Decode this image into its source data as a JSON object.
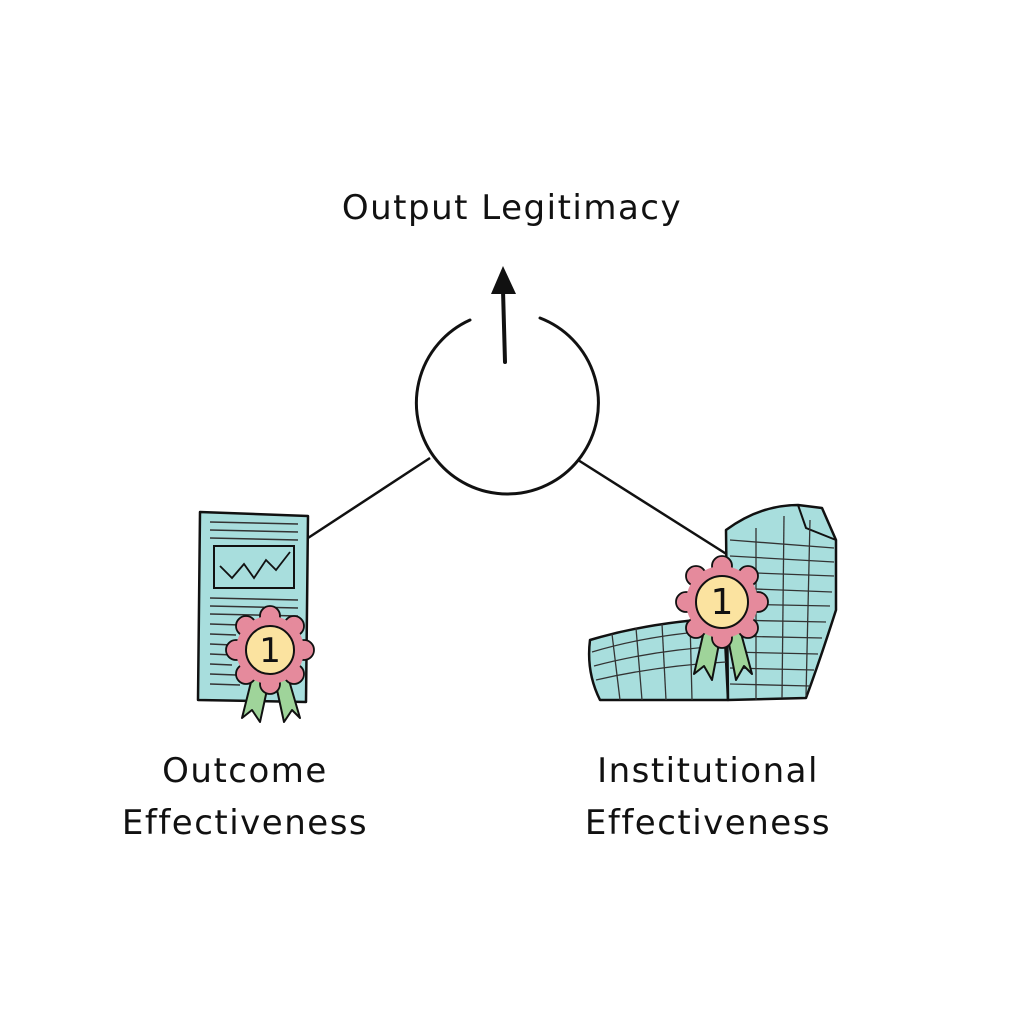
{
  "diagram": {
    "top_label": "Output Legitimacy",
    "left_label": [
      "Outcome",
      "Effectiveness"
    ],
    "right_label": [
      "Institutional",
      "Effectiveness"
    ],
    "badge_number": "1"
  },
  "colors": {
    "ink": "#111111",
    "teal_fill": "#a8dedd",
    "rosette_petals": "#e58a9c",
    "rosette_center": "#fbe3a0",
    "ribbon": "#9fd49a",
    "background": "#ffffff"
  },
  "icons": {
    "document": "report-document-icon",
    "building": "office-building-icon",
    "badge": "first-place-rosette-icon"
  }
}
